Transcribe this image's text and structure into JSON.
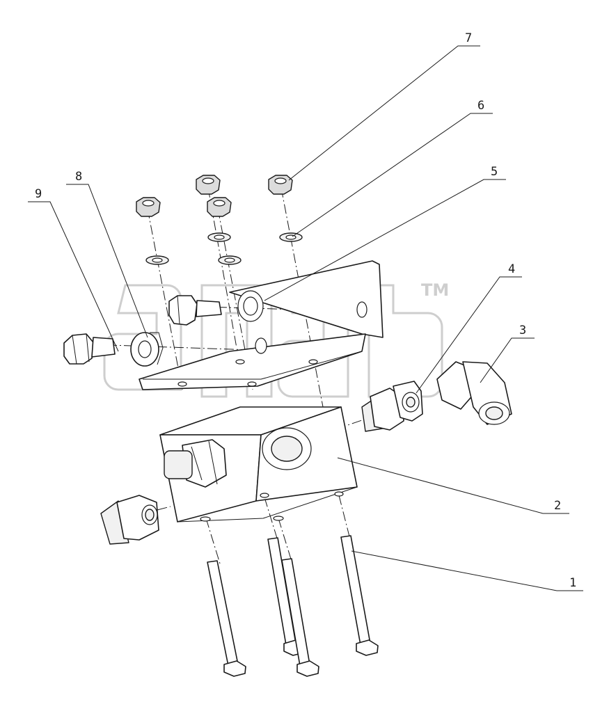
{
  "callouts": [
    "1",
    "2",
    "3",
    "4",
    "5",
    "6",
    "7",
    "8",
    "9"
  ],
  "watermark": {
    "text": "",
    "tm": "TM"
  }
}
